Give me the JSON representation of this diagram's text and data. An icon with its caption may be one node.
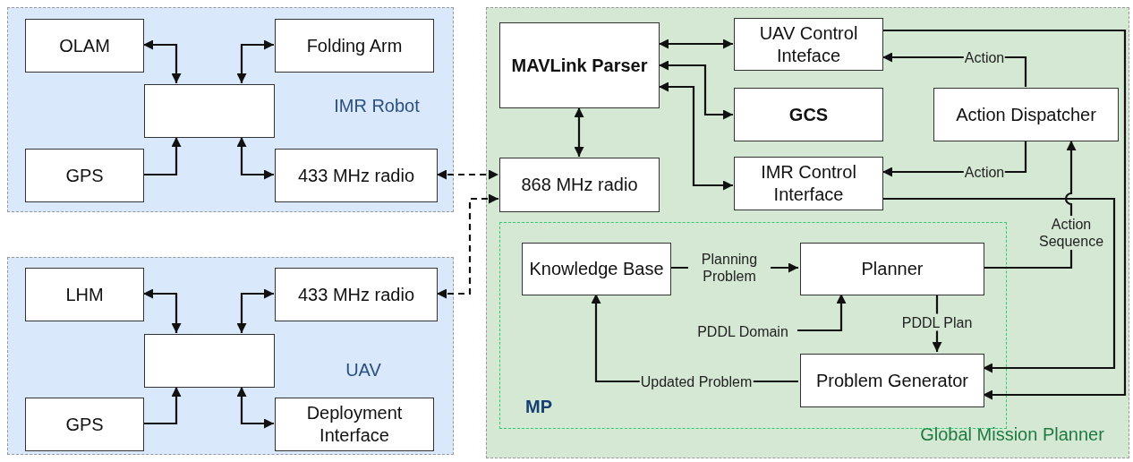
{
  "diagram": {
    "nodes": [
      {
        "text": [
          "IMR Robot"
        ]
      },
      {
        "text": [
          "OLAM"
        ],
        "in": 0
      },
      {
        "text": [
          "Folding Arm"
        ],
        "in": 0
      },
      {
        "text": [],
        "shape": "box",
        "in": 0
      },
      {
        "text": [
          "GPS"
        ],
        "in": 0
      },
      {
        "text": [
          "433 MHz radio"
        ],
        "in": 0
      },
      {
        "text": [
          "UAV"
        ]
      },
      {
        "text": [
          "LHM"
        ],
        "in": 6
      },
      {
        "text": [
          "433 MHz radio"
        ],
        "in": 6
      },
      {
        "text": [],
        "shape": "box",
        "in": 6
      },
      {
        "text": [
          "GPS"
        ],
        "in": 6
      },
      {
        "text": [
          "Deployment Interface"
        ],
        "in": 6
      },
      {
        "text": [
          "Global Mission Planner"
        ]
      },
      {
        "text": [
          "MAVLink Parser"
        ],
        "in": 12
      },
      {
        "text": [
          "UAV Control Inteface"
        ],
        "in": 12
      },
      {
        "text": [
          "GCS"
        ],
        "in": 12
      },
      {
        "text": [
          "Action Dispatcher"
        ],
        "in": 12
      },
      {
        "text": [
          "868 MHz radio"
        ],
        "in": 12
      },
      {
        "text": [
          "IMR Control Interface"
        ],
        "in": 12
      },
      {
        "text": [
          "MP"
        ],
        "in": 12
      },
      {
        "text": [
          "Knowledge Base"
        ],
        "in": 19
      },
      {
        "text": [
          "Planner"
        ],
        "in": 19
      },
      {
        "text": [
          "PDDL Domain"
        ],
        "in": 19
      },
      {
        "text": [
          "Problem Generator"
        ],
        "in": 19
      }
    ],
    "edges": [
      {
        "from": 1,
        "to": 3,
        "arrow": "both"
      },
      {
        "from": 2,
        "to": 3,
        "arrow": "both"
      },
      {
        "from": 4,
        "to": 3,
        "arrow": "to"
      },
      {
        "from": 3,
        "to": 5,
        "arrow": "both"
      },
      {
        "from": 5,
        "to": 17,
        "arrow": "both",
        "style": "dashed"
      },
      {
        "from": 7,
        "to": 9,
        "arrow": "both"
      },
      {
        "from": 9,
        "to": 8,
        "arrow": "both"
      },
      {
        "from": 10,
        "to": 9,
        "arrow": "to"
      },
      {
        "from": 9,
        "to": 11,
        "arrow": "both"
      },
      {
        "from": 8,
        "to": 17,
        "arrow": "both",
        "style": "dashed"
      },
      {
        "from": 13,
        "to": 14,
        "arrow": "both"
      },
      {
        "from": 13,
        "to": 15,
        "arrow": "both"
      },
      {
        "from": 13,
        "to": 18,
        "arrow": "both"
      },
      {
        "from": 13,
        "to": 17,
        "arrow": "both"
      },
      {
        "from": 16,
        "to": 14,
        "arrow": "to",
        "label": "Action"
      },
      {
        "from": 16,
        "to": 18,
        "arrow": "to",
        "label": "Action"
      },
      {
        "from": 21,
        "to": 16,
        "arrow": "to",
        "label": "Action Sequence"
      },
      {
        "from": 20,
        "to": 21,
        "arrow": "to",
        "label": "Planning Problem"
      },
      {
        "from": 22,
        "to": 21,
        "arrow": "to"
      },
      {
        "from": 21,
        "to": 23,
        "arrow": "to",
        "label": "PDDL Plan"
      },
      {
        "from": 23,
        "to": 20,
        "arrow": "to",
        "label": "Updated Problem"
      },
      {
        "from": 14,
        "to": 23,
        "arrow": "to"
      },
      {
        "from": 18,
        "to": 23,
        "arrow": "to"
      }
    ]
  }
}
